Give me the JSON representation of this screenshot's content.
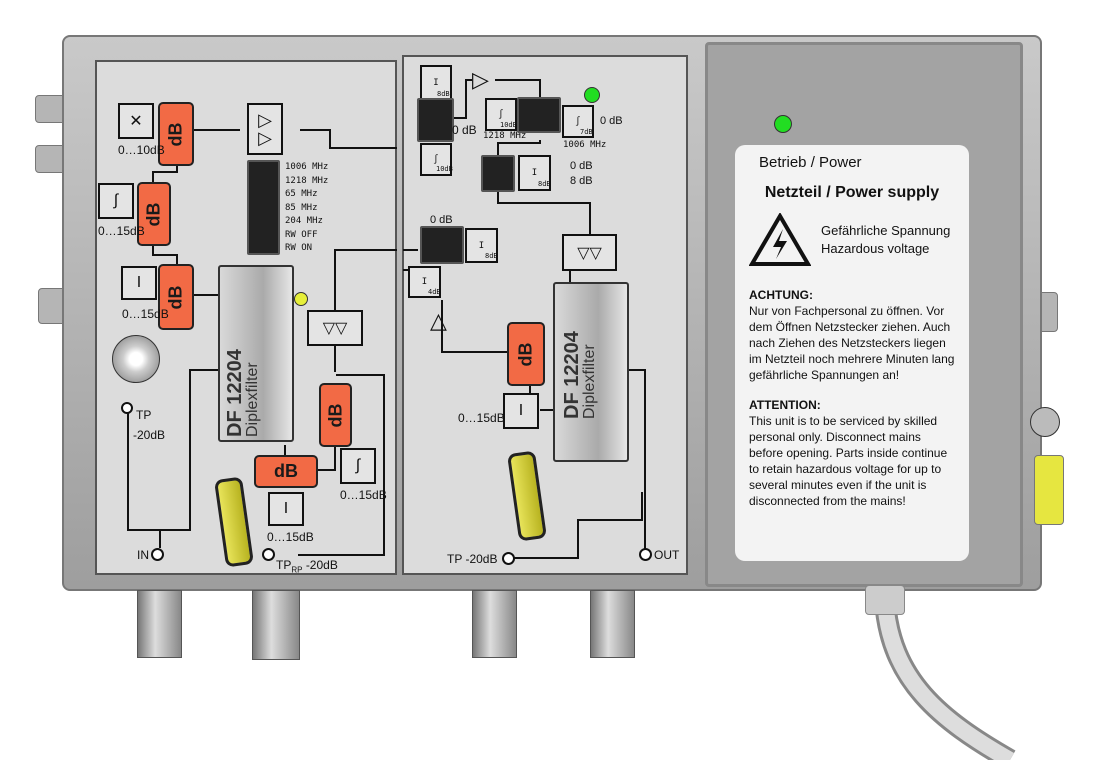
{
  "left": {
    "db": "dB",
    "att1": "0…10dB",
    "slope1": "0…15dB",
    "att2": "0…15dB",
    "freq": [
      "1006 MHz",
      "1218 MHz",
      "65   MHz",
      "85   MHz",
      "204  MHz",
      "RW OFF",
      "RW ON"
    ],
    "tp": "TP",
    "tp_db": "-20dB",
    "in": "IN",
    "tprp": "TP",
    "tprp_sub": "RP",
    "tprp_db": "-20dB",
    "att3": "0…15dB",
    "slope2": "0…15dB",
    "filter_model": "DF 12204",
    "filter_name": "Diplexfilter"
  },
  "middle": {
    "j1_att": "8dB",
    "j1_0db": "0 dB",
    "j1_slope": "10dB",
    "s1218": "10dB",
    "s1218_label": "1218 MHz",
    "s1006": "7dB",
    "s1006_label": "1006 MHz",
    "s1006_0db": "0 dB",
    "att8": "8dB",
    "att8_0db": "0 dB",
    "att8_8db": "8 dB",
    "r_0db": "0 dB",
    "r_att": "8dB",
    "r_att4": "4dB",
    "att_var": "0…15dB",
    "db": "dB",
    "tp": "TP -20dB",
    "out": "OUT",
    "filter_model": "DF 12204",
    "filter_name": "Diplexfilter"
  },
  "psu": {
    "power": "Betrieb / Power",
    "title": "Netzteil / Power supply",
    "warn_de": "Gefährliche Spannung",
    "warn_en": "Hazardous voltage",
    "achtung": "ACHTUNG:",
    "achtung_text": "Nur von Fachpersonal zu öffnen. Vor dem Öffnen Netzstecker ziehen. Auch nach Ziehen des Netzsteckers liegen im Netzteil noch mehrere Minuten lang gefährliche Spannungen an!",
    "attention": "ATTENTION:",
    "attention_text": "This unit is to be serviced by skilled personal only. Disconnect mains before opening. Parts inside continue to retain hazardous voltage for up to several minutes even if the unit is disconnected from the mains!"
  },
  "colors": {
    "db_block": "#f26a45",
    "led_power": "#22dd22",
    "led_yellow": "#e6ef3a"
  }
}
